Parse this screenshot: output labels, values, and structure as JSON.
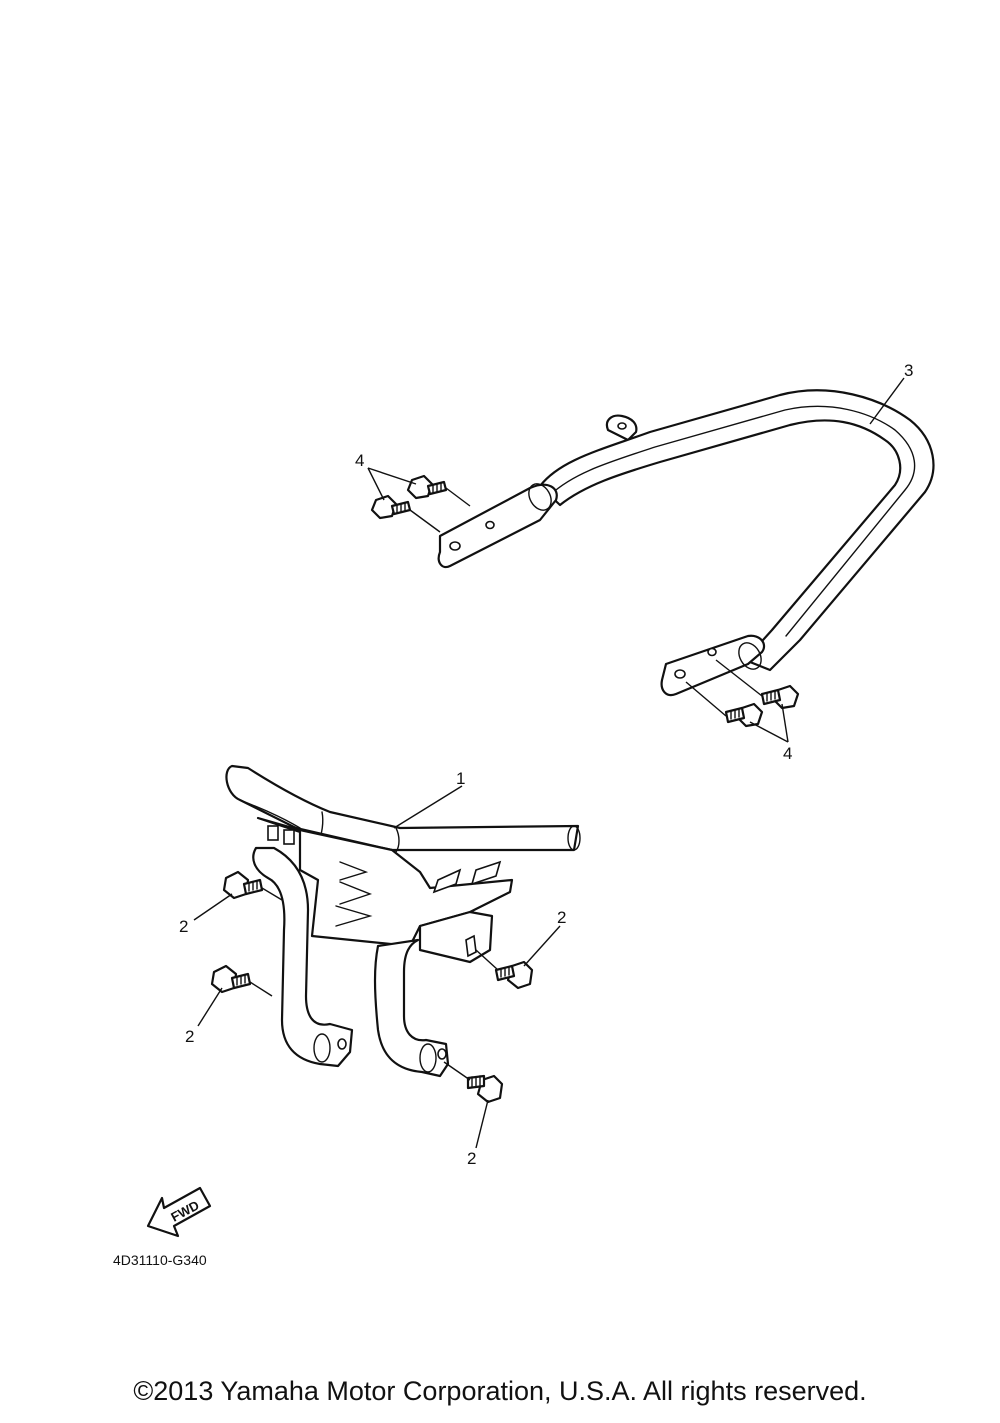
{
  "callouts": {
    "part_1": "1",
    "part_2a": "2",
    "part_2b": "2",
    "part_2c": "2",
    "part_2d": "2",
    "part_3": "3",
    "part_4a": "4",
    "part_4b": "4"
  },
  "fwd_label": "FWD",
  "diagram_code": "4D31110-G340",
  "copyright": "©2013 Yamaha Motor Corporation, U.S.A. All rights reserved.",
  "colors": {
    "ink": "#111111",
    "background": "#ffffff"
  }
}
